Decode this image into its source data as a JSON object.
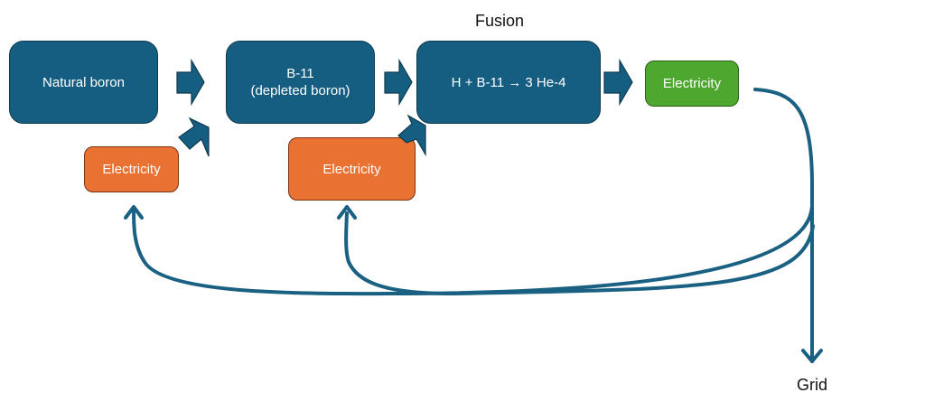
{
  "diagram": {
    "title": "Fusion",
    "nodes": {
      "natural_boron": "Natural boron",
      "b11": "B-11\n(depleted boron)",
      "fusion_reaction": "H + B-11 → 3 He-4",
      "electricity_in_1": "Electricity",
      "electricity_in_2": "Electricity",
      "electricity_out": "Electricity",
      "grid": "Grid"
    },
    "edges": [
      {
        "from": "natural_boron",
        "to": "b11"
      },
      {
        "from": "electricity_in_1",
        "to": "b11"
      },
      {
        "from": "b11",
        "to": "fusion_reaction"
      },
      {
        "from": "electricity_in_2",
        "to": "fusion_reaction"
      },
      {
        "from": "fusion_reaction",
        "to": "electricity_out"
      },
      {
        "from": "electricity_out",
        "to": "electricity_in_1"
      },
      {
        "from": "electricity_out",
        "to": "electricity_in_2"
      },
      {
        "from": "electricity_out",
        "to": "grid"
      }
    ],
    "colors": {
      "process": "#165E81",
      "input_energy": "#E97132",
      "output_energy": "#4EA72E",
      "connector": "#1A6083"
    }
  }
}
